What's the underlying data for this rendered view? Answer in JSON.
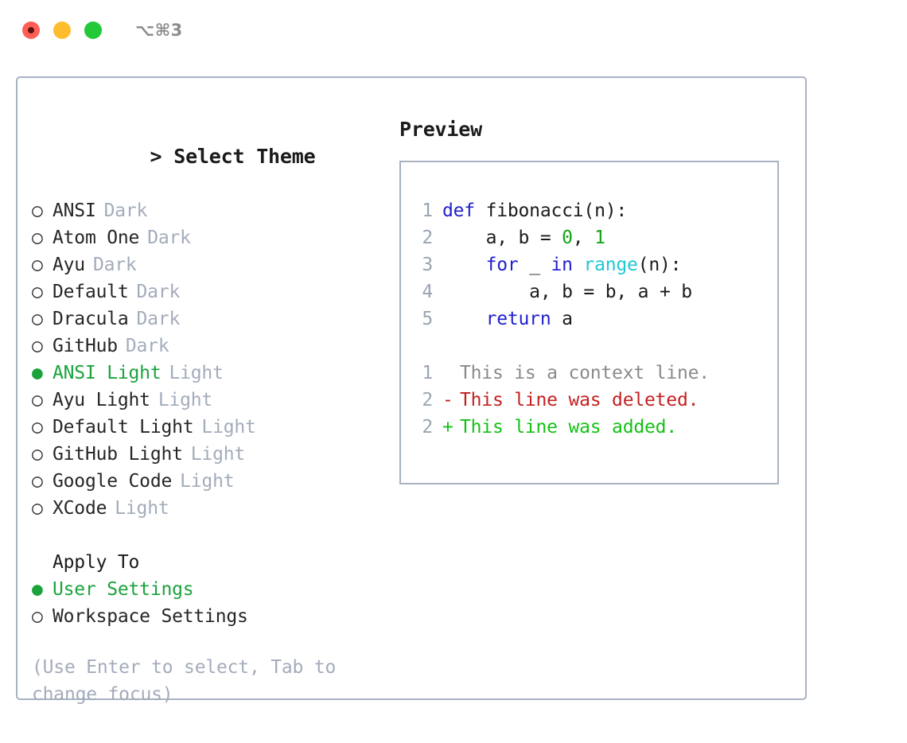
{
  "window": {
    "traffic_lights": [
      "close",
      "minimize",
      "maximize"
    ],
    "shortcut_label": "⌥⌘3",
    "border_color": "#a8b2c1"
  },
  "theme_panel": {
    "header_prefix": ">",
    "header_label": "Select Theme",
    "bullet_empty": "○",
    "bullet_filled": "●",
    "items": [
      {
        "name": "ANSI",
        "kind": "Dark",
        "selected": false
      },
      {
        "name": "Atom One",
        "kind": "Dark",
        "selected": false
      },
      {
        "name": "Ayu",
        "kind": "Dark",
        "selected": false
      },
      {
        "name": "Default",
        "kind": "Dark",
        "selected": false
      },
      {
        "name": "Dracula",
        "kind": "Dark",
        "selected": false
      },
      {
        "name": "GitHub",
        "kind": "Dark",
        "selected": false
      },
      {
        "name": "ANSI Light",
        "kind": "Light",
        "selected": true
      },
      {
        "name": "Ayu Light",
        "kind": "Light",
        "selected": false
      },
      {
        "name": "Default Light",
        "kind": "Light",
        "selected": false
      },
      {
        "name": "GitHub Light",
        "kind": "Light",
        "selected": false
      },
      {
        "name": "Google Code",
        "kind": "Light",
        "selected": false
      },
      {
        "name": "XCode",
        "kind": "Light",
        "selected": false
      }
    ]
  },
  "apply_to": {
    "header_label": "Apply To",
    "options": [
      {
        "label": "User Settings",
        "selected": true
      },
      {
        "label": "Workspace Settings",
        "selected": false
      }
    ]
  },
  "hint": {
    "text": "(Use Enter to select, Tab to change focus)"
  },
  "preview": {
    "title": "Preview",
    "code_lines": [
      {
        "number": "1",
        "tokens": [
          {
            "text": "def ",
            "type": "kw"
          },
          {
            "text": "fibonacci(n):",
            "type": "plain"
          }
        ]
      },
      {
        "number": "2",
        "tokens": [
          {
            "text": "    a, b = ",
            "type": "plain"
          },
          {
            "text": "0",
            "type": "num"
          },
          {
            "text": ", ",
            "type": "plain"
          },
          {
            "text": "1",
            "type": "num"
          }
        ]
      },
      {
        "number": "3",
        "tokens": [
          {
            "text": "    ",
            "type": "plain"
          },
          {
            "text": "for",
            "type": "kw"
          },
          {
            "text": " _ ",
            "type": "plain"
          },
          {
            "text": "in",
            "type": "kw"
          },
          {
            "text": " ",
            "type": "plain"
          },
          {
            "text": "range",
            "type": "builtin"
          },
          {
            "text": "(n):",
            "type": "plain"
          }
        ]
      },
      {
        "number": "4",
        "tokens": [
          {
            "text": "        a, b = b, a + b",
            "type": "plain"
          }
        ]
      },
      {
        "number": "5",
        "tokens": [
          {
            "text": "    ",
            "type": "plain"
          },
          {
            "text": "return",
            "type": "kw"
          },
          {
            "text": " a",
            "type": "plain"
          }
        ]
      }
    ],
    "diff_lines": [
      {
        "number": "1",
        "marker": " ",
        "text": "This is a context line.",
        "kind": "context"
      },
      {
        "number": "2",
        "marker": "-",
        "text": "This line was deleted.",
        "kind": "del"
      },
      {
        "number": "2",
        "marker": "+",
        "text": "This line was added.",
        "kind": "add"
      }
    ]
  },
  "colors": {
    "accent_green": "#1aa33c",
    "keyword_blue": "#1f1fcc",
    "builtin_cyan": "#1ec8d4",
    "number_green": "#13a513",
    "diff_add": "#16c116",
    "diff_del": "#c42020",
    "muted": "#a3acbb",
    "lineno": "#9aa4b2",
    "text": "#1b1b1b",
    "traffic_red": "#ff5f57",
    "traffic_yellow": "#ffbd2e",
    "traffic_green": "#23c938"
  }
}
